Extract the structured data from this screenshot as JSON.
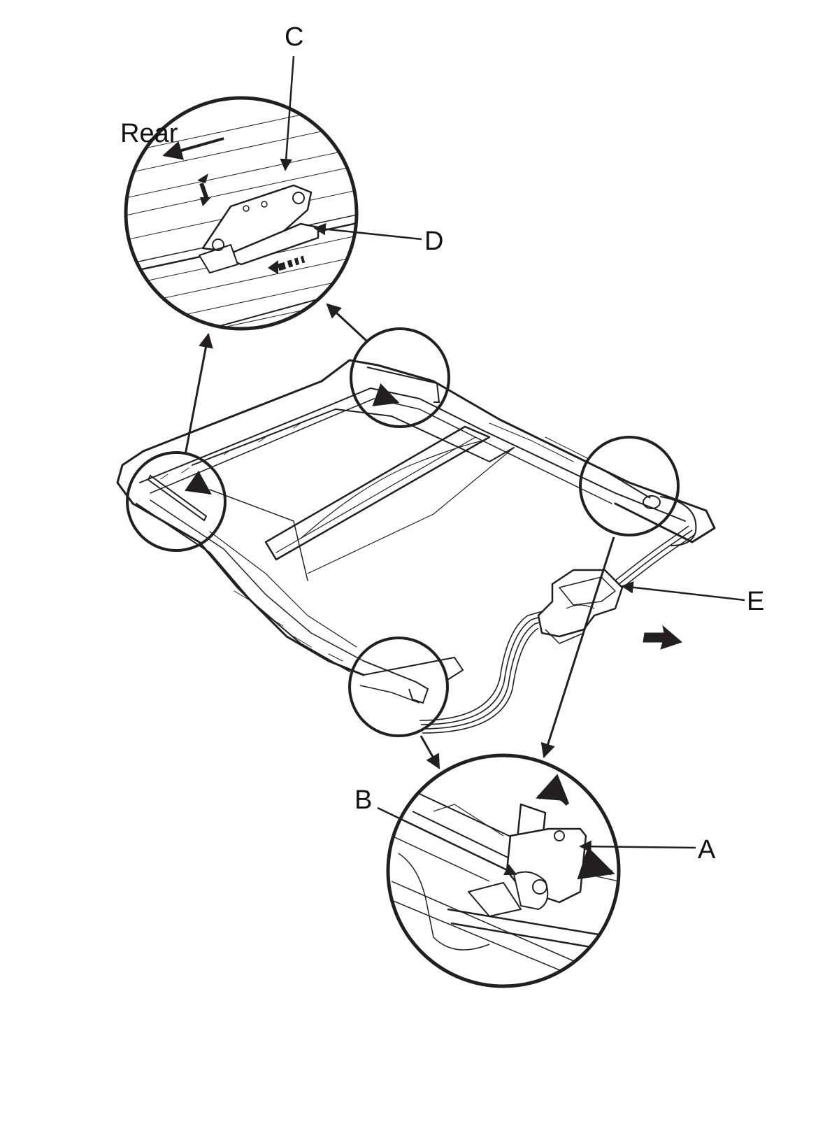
{
  "labels": {
    "a": "A",
    "b": "B",
    "c": "C",
    "d": "D",
    "e": "E",
    "rear": "Rear"
  },
  "colors": {
    "ink": "#231f20",
    "paper": "#ffffff"
  }
}
